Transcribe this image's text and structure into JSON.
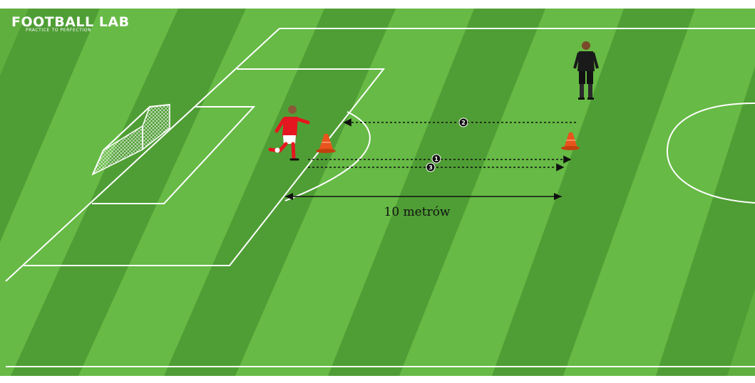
{
  "brand": {
    "title": "FOOTBALL LAB",
    "tagline": "PRACTICE TO PERFECTION"
  },
  "drill": {
    "distance_label": "10 metrów",
    "steps": [
      {
        "number": "1",
        "direction": "right"
      },
      {
        "number": "2",
        "direction": "left"
      },
      {
        "number": "3",
        "direction": "right"
      }
    ]
  },
  "colors": {
    "pitch_light": "#6cc24a",
    "pitch_dark": "#4f9e35",
    "lines": "#ffffff",
    "cone": "#e8541c",
    "attacker_kit": "#e5161f",
    "goalkeeper_kit": "#1a1a1a"
  },
  "icons": {
    "player": "runner-red",
    "goalkeeper": "goalkeeper-black",
    "cone": "training-cone",
    "goal": "goal-net"
  }
}
